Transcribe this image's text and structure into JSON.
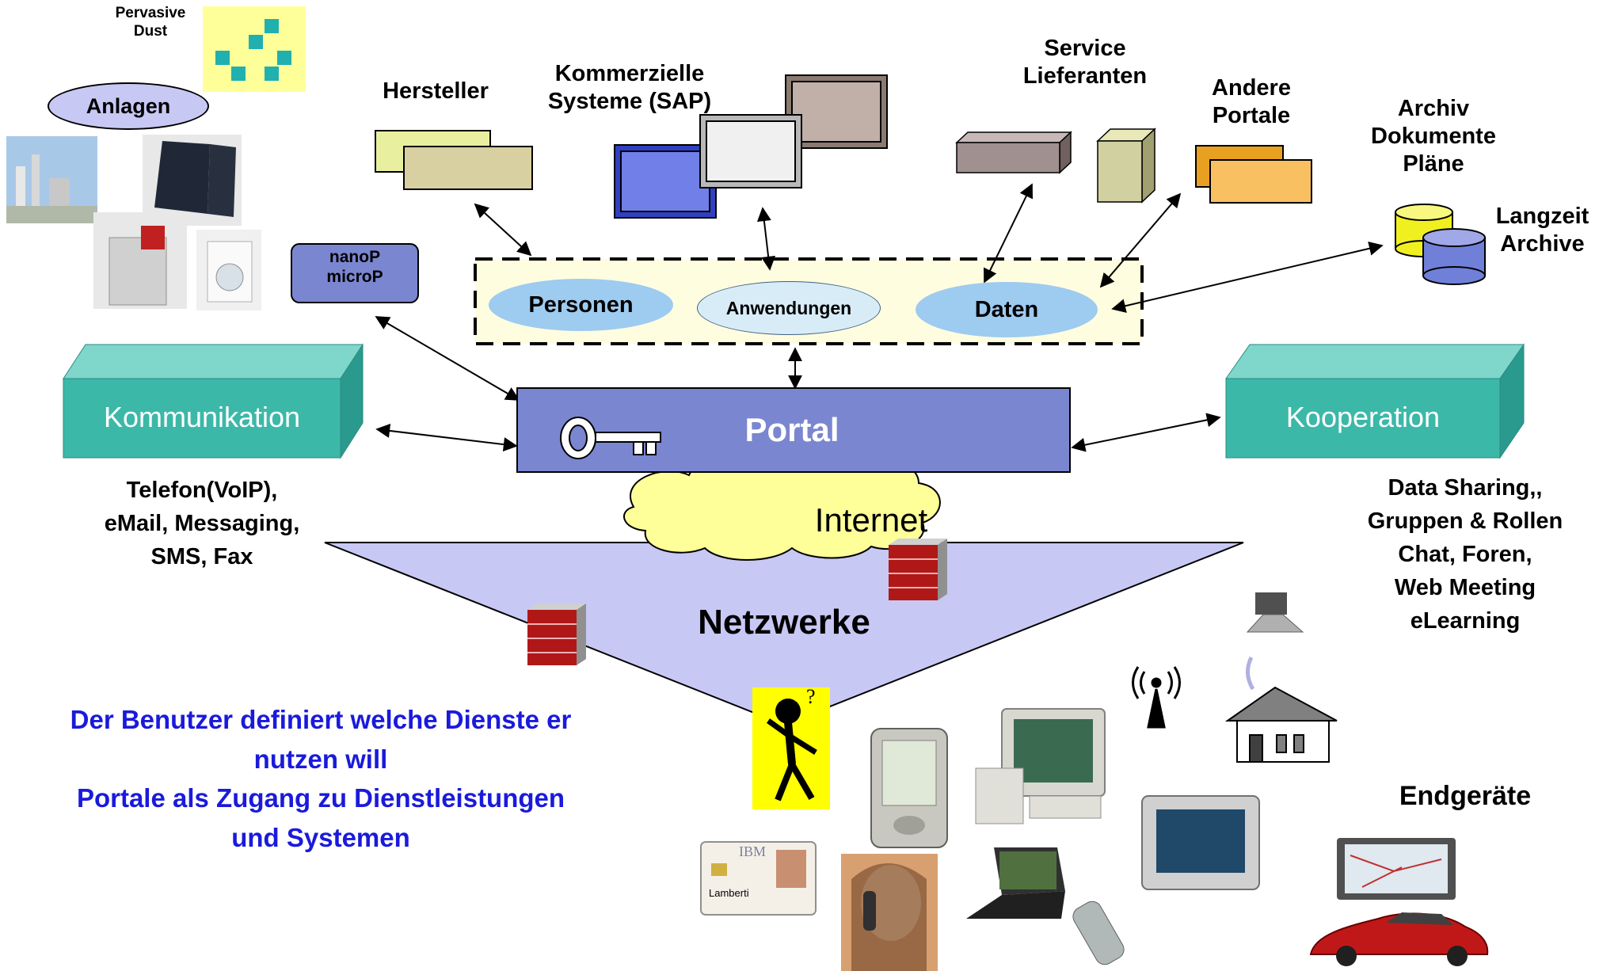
{
  "labels": {
    "pervasive_dust": "Pervasive\nDust",
    "anlagen": "Anlagen",
    "hersteller": "Hersteller",
    "kommerzielle": "Kommerzielle\nSysteme (SAP)",
    "service": "Service\nLieferanten",
    "andere_portale": "Andere\nPortale",
    "archiv": "Archiv\nDokumente\nPläne",
    "langzeit": "Langzeit\nArchive",
    "nanop": "nanoP\nmicroP",
    "personen": "Personen",
    "anwendungen": "Anwendungen",
    "daten": "Daten",
    "kommunikation": "Kommunikation",
    "portal": "Portal",
    "kooperation": "Kooperation",
    "internet": "Internet",
    "netzwerke": "Netzwerke",
    "komm_details": "Telefon(VoIP),\neMail, Messaging,\nSMS, Fax",
    "koop_details": "Data Sharing,,\nGruppen & Rollen\nChat, Foren,\nWeb Meeting\neLearning",
    "endgeraete": "Endgeräte",
    "benutzer_text": "Der Benutzer definiert welche Dienste er\nnutzen will\nPortale als Zugang zu Dienstleistungen\nund Systemen",
    "idcard_ibm": "IBM",
    "idcard_name": "Lamberti"
  },
  "colors": {
    "teal": "#3cb8a8",
    "portal_blue": "#7b86d0",
    "ellipse_blue": "#9ecbf0",
    "dashed_fill": "#fffde0",
    "blue_text": "#1a1adc",
    "cloud": "#ffff99",
    "triangle": "#c8c8f4"
  }
}
